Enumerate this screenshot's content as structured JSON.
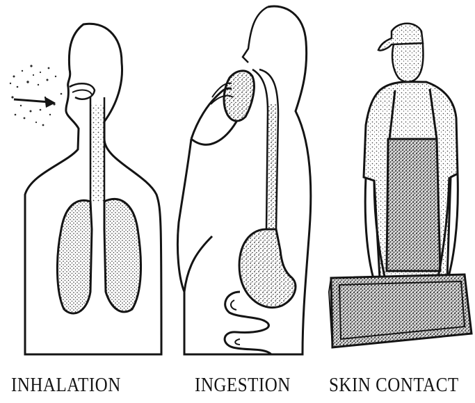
{
  "panels": [
    {
      "caption": "INHALATION"
    },
    {
      "caption": "INGESTION"
    },
    {
      "caption": "SKIN CONTACT"
    }
  ],
  "colors": {
    "ink": "#141414",
    "background": "#ffffff",
    "stipple": "#3a3a3a"
  }
}
